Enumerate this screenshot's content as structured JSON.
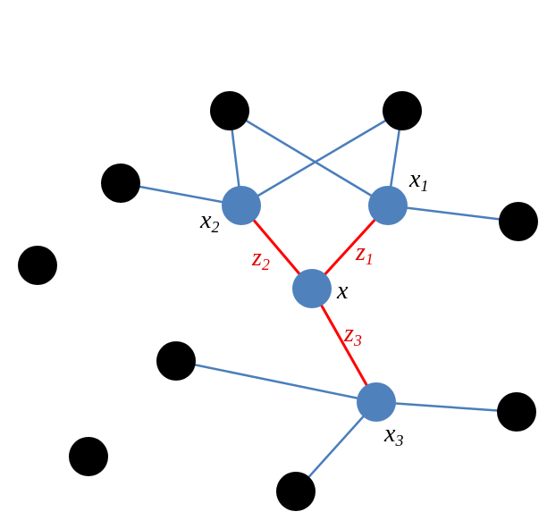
{
  "colors": {
    "background": "#ffffff",
    "black_node": "#000000",
    "blue_node": "#4f81bd",
    "blue_edge": "#4a7ebb",
    "red_edge": "#ff0000",
    "label_black": "#000000",
    "label_red": "#e00000"
  },
  "labels": {
    "x1": {
      "base": "x",
      "sub": "1"
    },
    "x2": {
      "base": "x",
      "sub": "2"
    },
    "x3": {
      "base": "x",
      "sub": "3"
    },
    "x": {
      "base": "x"
    },
    "z1": {
      "base": "z",
      "sub": "1"
    },
    "z2": {
      "base": "z",
      "sub": "2"
    },
    "z3": {
      "base": "z",
      "sub": "3"
    }
  }
}
